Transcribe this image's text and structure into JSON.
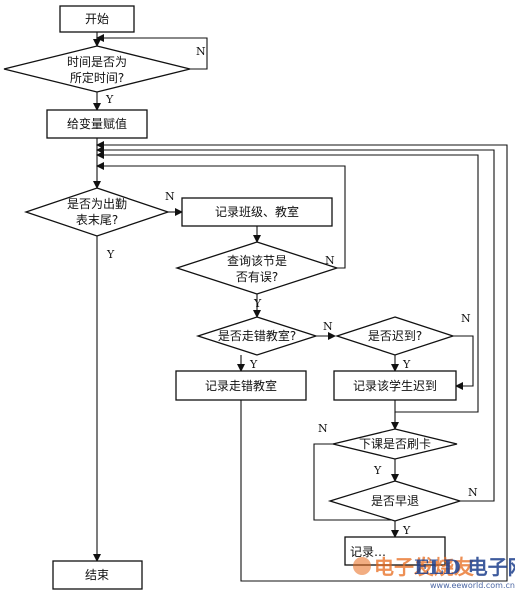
{
  "nodes": {
    "start": "开始",
    "q_time_1": "时间是否为",
    "q_time_2": "所定时间?",
    "assign": "给变量赋值",
    "q_end_1": "是否为出勤",
    "q_end_2": "表末尾?",
    "record_class": "记录班级、教室",
    "q_query_1": "查询该节是",
    "q_query_2": "否有误?",
    "q_wrong_room": "是否走错教室?",
    "q_late": "是否迟到?",
    "record_wrong_room": "记录走错教室",
    "record_late": "记录该学生迟到",
    "q_swipe": "下课是否刷卡",
    "q_early": "是否早退",
    "record_bottom": "记录…",
    "end": "结束"
  },
  "labels": {
    "yes": "Y",
    "no": "N"
  },
  "watermark": {
    "cn": "电子发烧友",
    "brand": "ELD 电子网",
    "url": "www.eeworld.com.cn"
  }
}
